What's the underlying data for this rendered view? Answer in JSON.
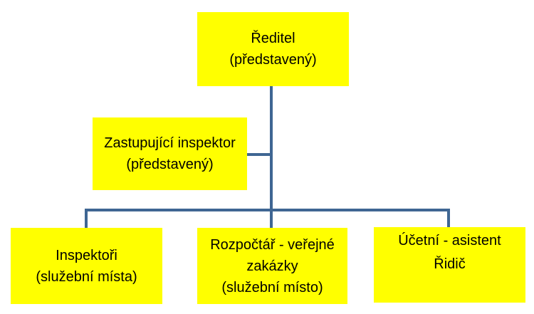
{
  "diagram": {
    "type": "org-chart",
    "background": "#ffffff",
    "box_fill": "#ffff00",
    "line_color": "#3f6693",
    "text_color": "#000000",
    "nodes": {
      "director": {
        "lines": [
          "Ředitel",
          "(představený)"
        ]
      },
      "deputy": {
        "lines": [
          "Zastupující inspektor",
          "(představený)"
        ]
      },
      "inspectors": {
        "lines": [
          "Inspektoři",
          "(služební místa)"
        ]
      },
      "budget": {
        "lines": [
          "Rozpočtář - veřejné",
          "zakázky",
          "(služební místo)"
        ]
      },
      "accountant": {
        "lines": [
          "Účetní - asistent",
          "Řidič"
        ]
      }
    },
    "edges": [
      {
        "from": "director",
        "to": "deputy"
      },
      {
        "from": "director",
        "to": "inspectors"
      },
      {
        "from": "director",
        "to": "budget"
      },
      {
        "from": "director",
        "to": "accountant"
      }
    ]
  }
}
